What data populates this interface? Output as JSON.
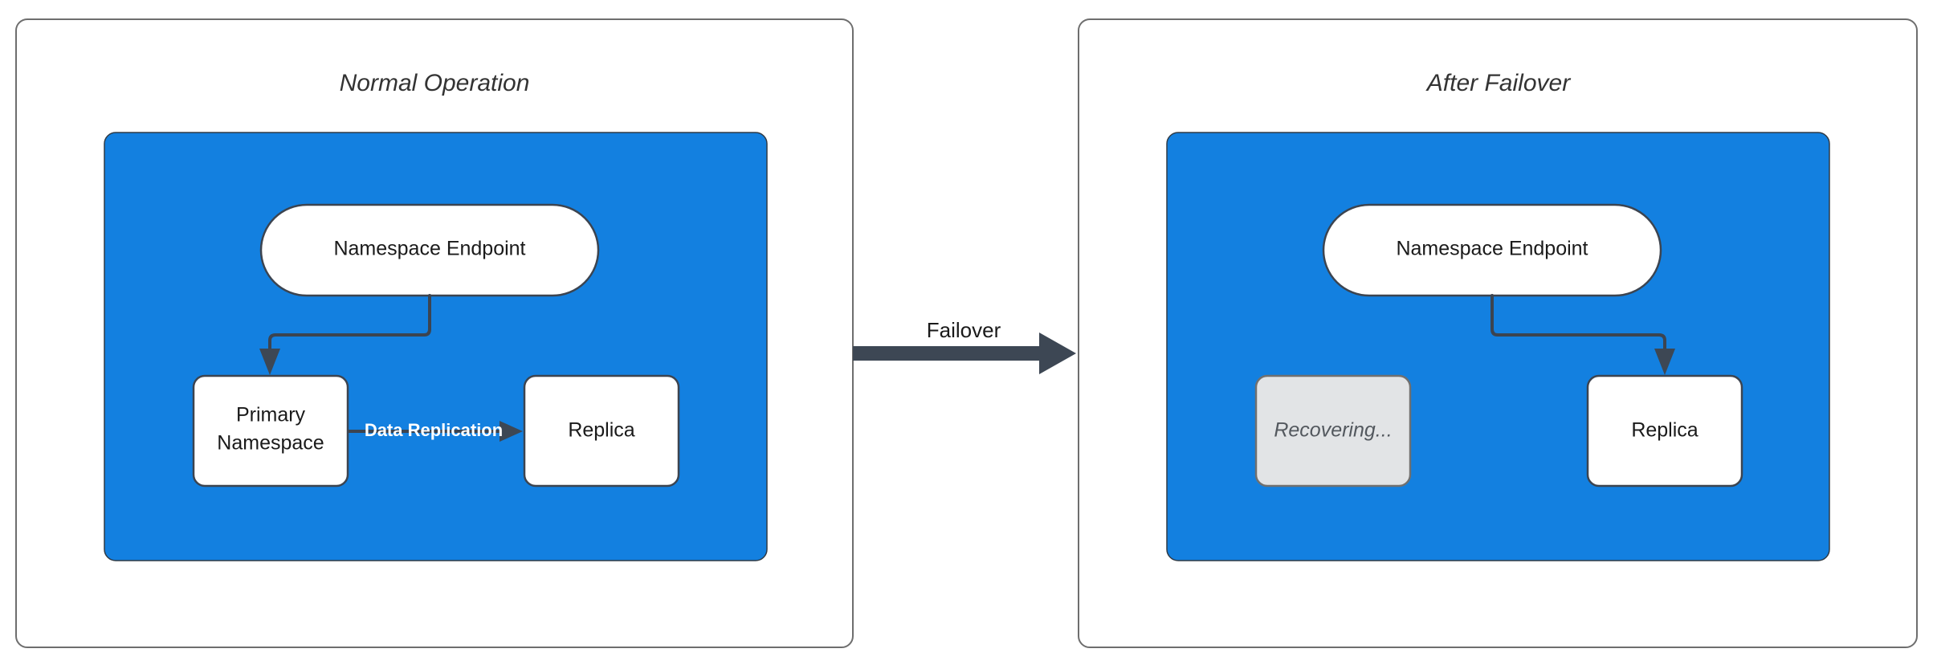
{
  "diagram": {
    "type": "failover-architecture",
    "background_color": "#ffffff",
    "accent_color": "#1380e0",
    "muted_color": "#e2e4e6",
    "stroke_color": "#3c4450",
    "panels": [
      {
        "id": "normal-operation",
        "title": "Normal Operation",
        "cluster": {
          "color": "#1380e0",
          "nodes": [
            {
              "id": "endpoint-left",
              "label": "Namespace Endpoint",
              "shape": "pill",
              "state": "active"
            },
            {
              "id": "primary-left",
              "label": "Primary\nNamespace",
              "line1": "Primary",
              "line2": "Namespace",
              "shape": "rect",
              "state": "active"
            },
            {
              "id": "replica-left",
              "label": "Replica",
              "shape": "rect",
              "state": "active"
            }
          ],
          "edges": [
            {
              "from": "endpoint-left",
              "to": "primary-left",
              "label": "",
              "style": "elbow-arrow"
            },
            {
              "from": "primary-left",
              "to": "replica-left",
              "label": "Data Replication",
              "style": "straight-arrow",
              "label_color": "#ffffff"
            }
          ]
        }
      },
      {
        "id": "after-failover",
        "title": "After Failover",
        "cluster": {
          "color": "#1380e0",
          "nodes": [
            {
              "id": "endpoint-right",
              "label": "Namespace Endpoint",
              "shape": "pill",
              "state": "active"
            },
            {
              "id": "recovering-right",
              "label": "Recovering...",
              "shape": "rect",
              "state": "muted"
            },
            {
              "id": "replica-right",
              "label": "Replica",
              "shape": "rect",
              "state": "active"
            }
          ],
          "edges": [
            {
              "from": "endpoint-right",
              "to": "replica-right",
              "label": "",
              "style": "elbow-arrow"
            }
          ]
        }
      }
    ],
    "transition": {
      "label": "Failover",
      "direction": "left-to-right",
      "color": "#3d4754"
    }
  }
}
